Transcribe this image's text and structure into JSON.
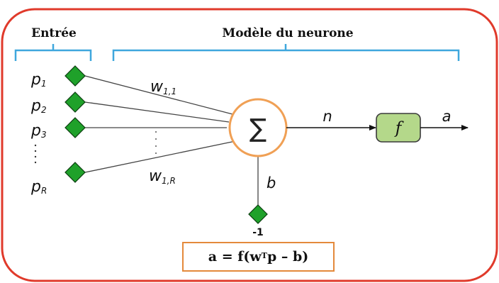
{
  "headers": {
    "input": "Entrée",
    "model": "Modèle du neurone"
  },
  "inputs": [
    "p",
    "p",
    "p",
    "p"
  ],
  "input_subscripts": [
    "1",
    "2",
    "3",
    "R"
  ],
  "weights": {
    "first": {
      "base": "w",
      "sub": "1,1"
    },
    "last": {
      "base": "w",
      "sub": "1,R"
    }
  },
  "sum_symbol": "∑",
  "n_label": "n",
  "activation": "f",
  "output_label": "a",
  "bias_label": "b",
  "bias_value": "-1",
  "formula": {
    "prefix": "a = f(w",
    "sup": "T",
    "suffix": "p – b)"
  },
  "colors": {
    "frame": "#e03a2b",
    "bracket": "#3fa7dd",
    "node": "#1fa12a",
    "sum_border": "#f0a055",
    "activation_fill": "#b4d88a"
  }
}
